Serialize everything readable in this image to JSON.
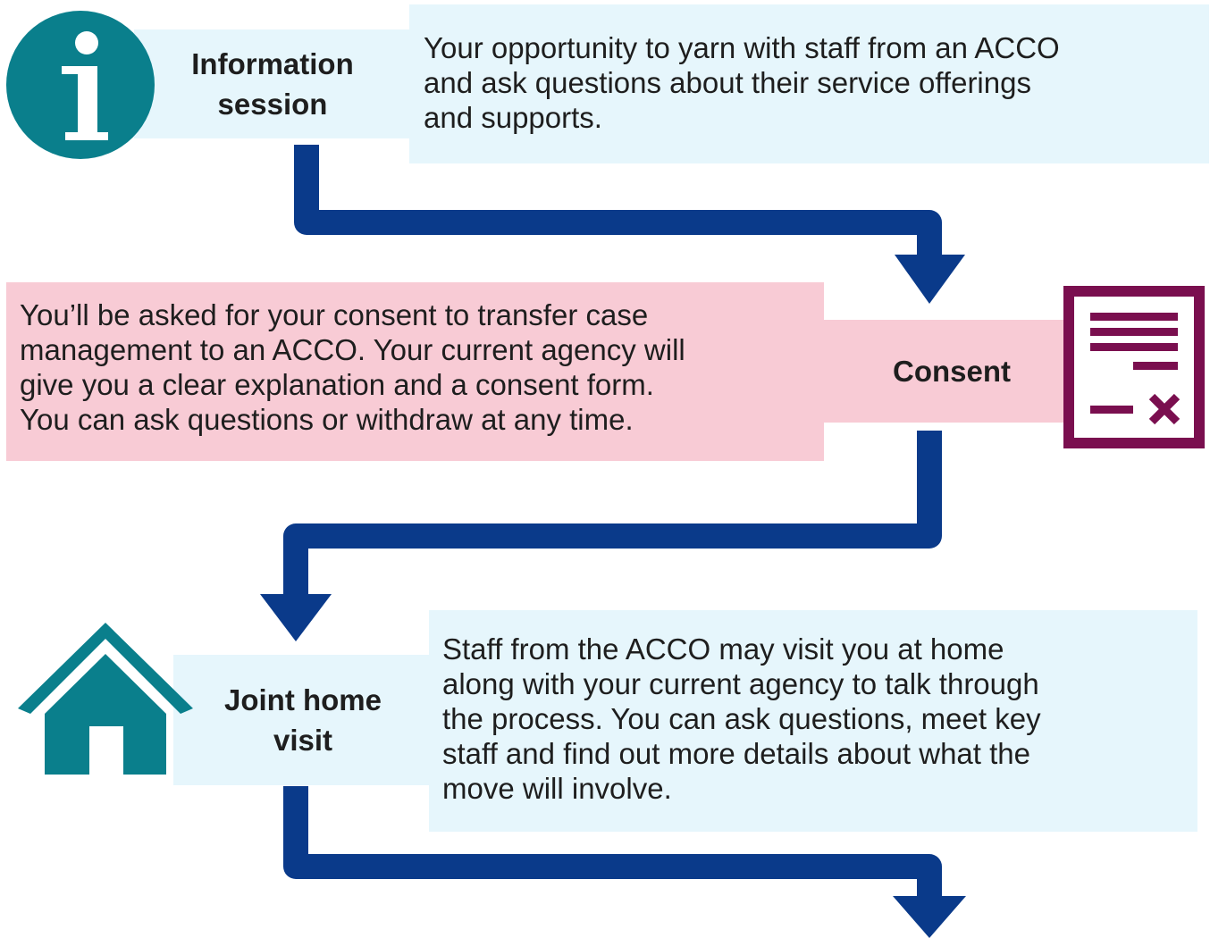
{
  "steps": [
    {
      "label": "Information session",
      "icon": "info-icon",
      "description_lines": [
        "Your opportunity to yarn with staff from an ACCO",
        "and ask questions about their service offerings",
        "and supports."
      ]
    },
    {
      "label": "Consent",
      "icon": "consent-form-icon",
      "description_lines": [
        "You’ll be asked for your consent to transfer case",
        "management to an ACCO. Your current agency will",
        "give you a clear explanation and a consent form.",
        "You can ask questions or withdraw at any time."
      ]
    },
    {
      "label": "Joint home visit",
      "icon": "house-icon",
      "description_lines": [
        "Staff from the ACCO may visit you at home",
        "along with your current agency to talk through",
        "the process. You can ask questions, meet key",
        "staff and find out more details about what the",
        "move will involve."
      ]
    }
  ],
  "colors": {
    "arrow": "#0a3a8a",
    "teal": "#0a7f8c",
    "plum": "#7a0f4f",
    "light_panel": "#e6f6fc",
    "pink_panel": "#f8cbd5"
  }
}
